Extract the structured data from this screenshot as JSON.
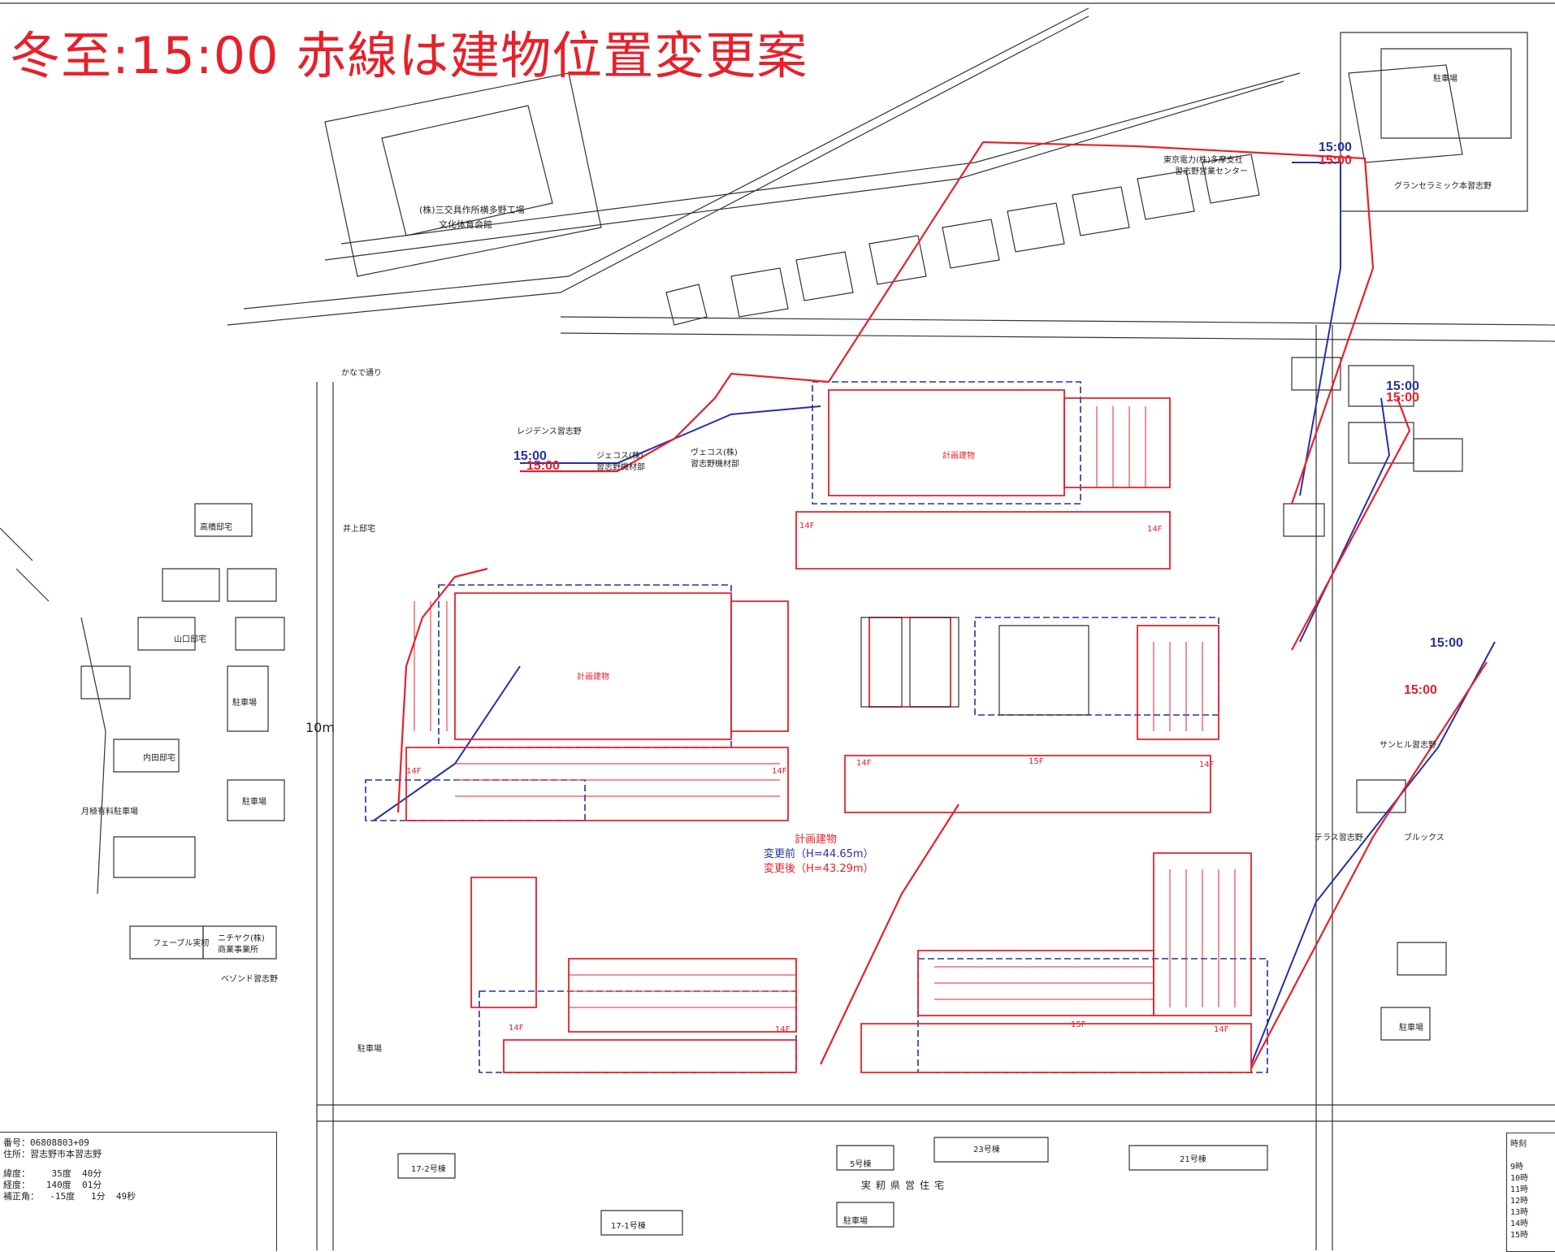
{
  "title": "冬至:15:00 赤線は建物位置変更案",
  "colors": {
    "proposal_line": "#e8202a",
    "original_line": "#2530a8",
    "base_line": "#333333"
  },
  "time_labels": {
    "northeast_blue": "15:00",
    "northeast_red": "15:00",
    "west_blue": "15:00",
    "west_red": "15:00",
    "east_mid_blue": "15:00",
    "east_mid_red": "15:00",
    "east_low_blue": "15:00",
    "east_low_red": "15:00"
  },
  "legend": {
    "heading": "計画建物",
    "before": "変更前（H=44.65m）",
    "after": "変更後（H=43.29m）"
  },
  "scale_marker": "10m",
  "place_labels": {
    "mitsui": "(株)三交具作所横多野工場",
    "culture": "文化体育会館",
    "tokyo_power": "東京電力(株)多摩支社",
    "training": "習志野営業センター",
    "grand_mansion": "グランセラミック本習志野",
    "residence": "レジデンス習志野",
    "jeko": "ジェコス(株)",
    "jeko_sub": "習志野機材部",
    "veco": "ヴェコス(株)",
    "veco_sub": "習志野機材部",
    "itoi": "井上邸宅",
    "kazuma": "高橋邸宅",
    "yamaguchi": "山口邸宅",
    "uchida": "内田邸宅",
    "parking1": "駐車場",
    "parking2": "駐車場",
    "parking3": "駐車場",
    "parking4": "駐車場",
    "parking5": "駐車場",
    "parking6": "駐車場",
    "tsukimi": "月極有料駐車場",
    "ferwall": "フェーブル実籾",
    "nichiya": "ニチヤク(株)",
    "nichiya_sub": "商業事業所",
    "hibiki": "ベゾンド習志野",
    "sun_hill": "サンヒル習志野",
    "bloom": "ブルックス",
    "fernuy": "テラス習志野",
    "housing_title": "実籾県営住宅",
    "bldg_17_2": "17-2号棟",
    "bldg_17_1": "17-1号棟",
    "bldg_5": "5号棟",
    "bldg_23": "23号棟",
    "bldg_21": "21号棟",
    "kanade": "かなで通り",
    "plan_main1": "計画建物",
    "plan_main2": "計画建物"
  },
  "floor_labels": [
    "14F",
    "14F",
    "14F",
    "14F",
    "14F",
    "14F",
    "15F",
    "15F",
    "14F",
    "14F",
    "14F"
  ],
  "info_block": {
    "line1": "番号：06808803+09",
    "line2": "住所：習志野市本習志野",
    "line3": "緯度：    35度  40分",
    "line4": "経度：   140度  01分",
    "line5": "補正角：  -15度   1分  49秒"
  },
  "side_table": [
    "時刻",
    "9時",
    "10時",
    "11時",
    "12時",
    "13時",
    "14時",
    "15時"
  ]
}
